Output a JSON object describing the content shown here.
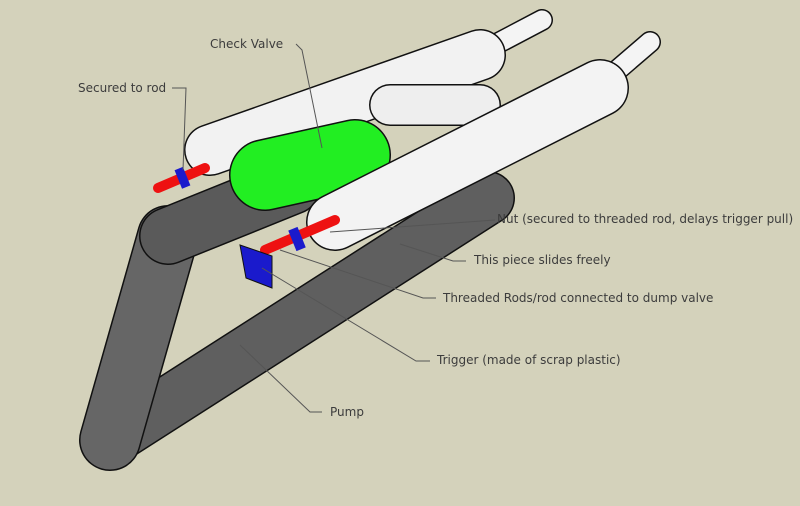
{
  "labels": {
    "check_valve": "Check Valve",
    "secured_to_rod": "Secured to rod",
    "nut": "Nut (secured to threaded rod, delays trigger pull)",
    "slides_freely": "This piece slides freely",
    "threaded_rods": "Threaded Rods/rod connected to dump valve",
    "trigger": "Trigger (made of scrap plastic)",
    "pump": "Pump"
  },
  "colors": {
    "background": "#d4d2bb",
    "pump": "#5f5f5f",
    "pipe": "#f4f4f4",
    "check_valve": "#22ee22",
    "rods": "#ee1111",
    "nuts_trigger": "#1a1acc"
  }
}
